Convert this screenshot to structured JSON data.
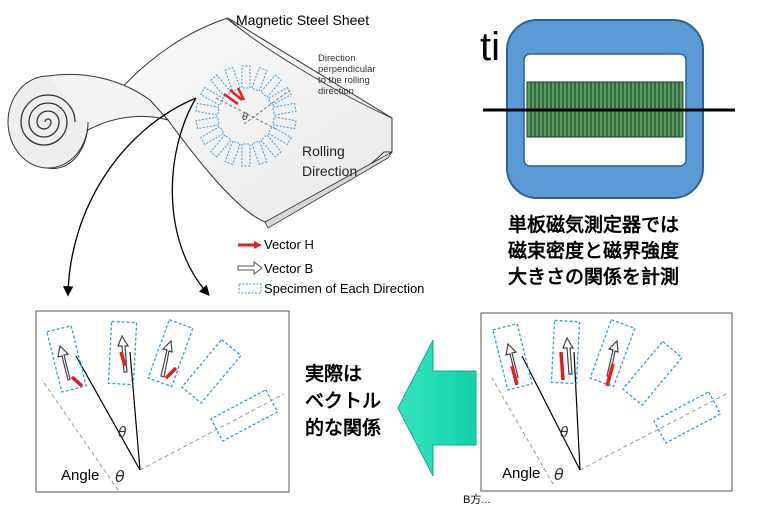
{
  "sheet": {
    "title": "Magnetic Steel Sheet",
    "perpendicular_label": [
      "Direction",
      "perpendicular",
      "to the rolling",
      "direction"
    ],
    "rolling_label": [
      "Rolling",
      "Direction"
    ],
    "angle_symbol": "θ"
  },
  "legend": {
    "vector_h": "Vector H",
    "vector_b": "Vector B",
    "specimen": "Specimen of Each Direction",
    "colors": {
      "vector_h": "#e02020",
      "vector_b": "#ffffff",
      "specimen": "#3a9ad9"
    }
  },
  "tester": {
    "partial_text": "ti",
    "colors": {
      "frame": "#5b9bd5",
      "core": "#2e6b3a"
    }
  },
  "description_jp": [
    "単板磁気測定器では",
    "磁束密度と磁界強度",
    "大きさの関係を計測"
  ],
  "center_text_jp": [
    "実際は",
    "ベクトル",
    "的な関係"
  ],
  "panels": {
    "left": {
      "angle_label": "Angle",
      "theta": "θ"
    },
    "right": {
      "angle_label": "Angle",
      "theta": "θ"
    }
  },
  "bottom_text": "B方..."
}
